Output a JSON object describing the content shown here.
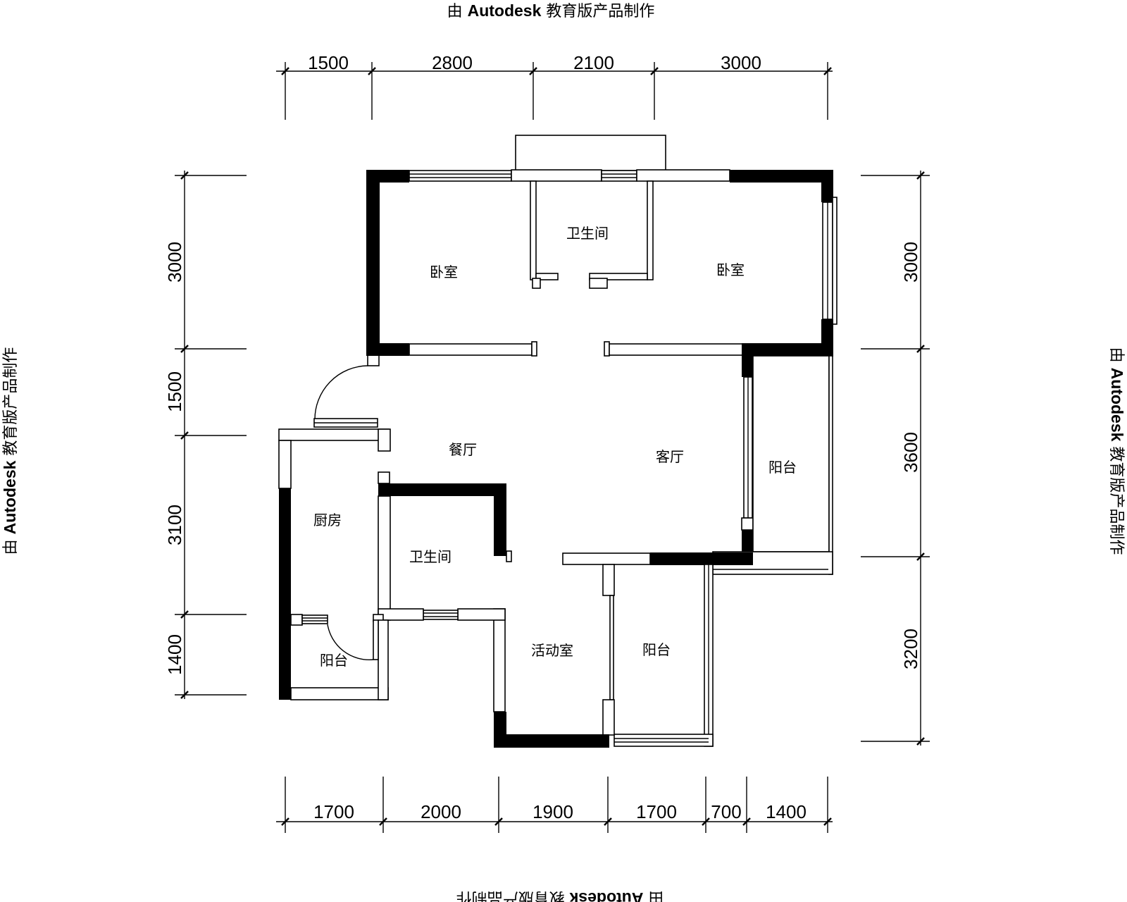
{
  "watermark": {
    "prefix": "由",
    "brand": "Autodesk",
    "suffix": "教育版产品制作"
  },
  "dimensions": {
    "top": [
      "1500",
      "2800",
      "2100",
      "3000"
    ],
    "bottom": [
      "1700",
      "2000",
      "1900",
      "1700",
      "700",
      "1400"
    ],
    "left": [
      "3000",
      "1500",
      "3100",
      "1400"
    ],
    "right": [
      "3000",
      "3600",
      "3200"
    ]
  },
  "rooms": {
    "bedroom_left": "卧室",
    "bathroom_top": "卫生间",
    "bedroom_right": "卧室",
    "dining": "餐厅",
    "living": "客厅",
    "balcony_right": "阳台",
    "kitchen": "厨房",
    "bathroom_lower": "卫生间",
    "activity": "活动室",
    "balcony_bottom": "阳台",
    "balcony_left": "阳台"
  }
}
